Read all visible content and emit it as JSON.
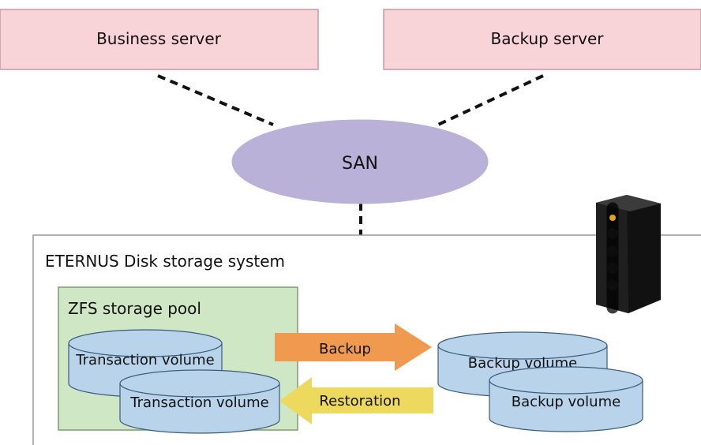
{
  "nodes": {
    "business_server": "Business server",
    "backup_server": "Backup server",
    "san": "SAN",
    "storage_system": "ETERNUS Disk storage system",
    "zfs_pool": "ZFS storage pool",
    "transaction_volume_1": "Transaction volume",
    "transaction_volume_2": "Transaction volume",
    "backup_volume_1": "Backup volume",
    "backup_volume_2": "Backup volume"
  },
  "arrows": {
    "backup": "Backup",
    "restoration": "Restoration"
  },
  "colors": {
    "server_fill": "#f8d3d8",
    "server_stroke": "#c69aa0",
    "san_fill": "#b9b1d8",
    "zfs_fill": "#cfe7c4",
    "volume_fill": "#b8d3ea",
    "backup_arrow": "#ef9a4e",
    "restoration_arrow": "#ecd95e"
  }
}
